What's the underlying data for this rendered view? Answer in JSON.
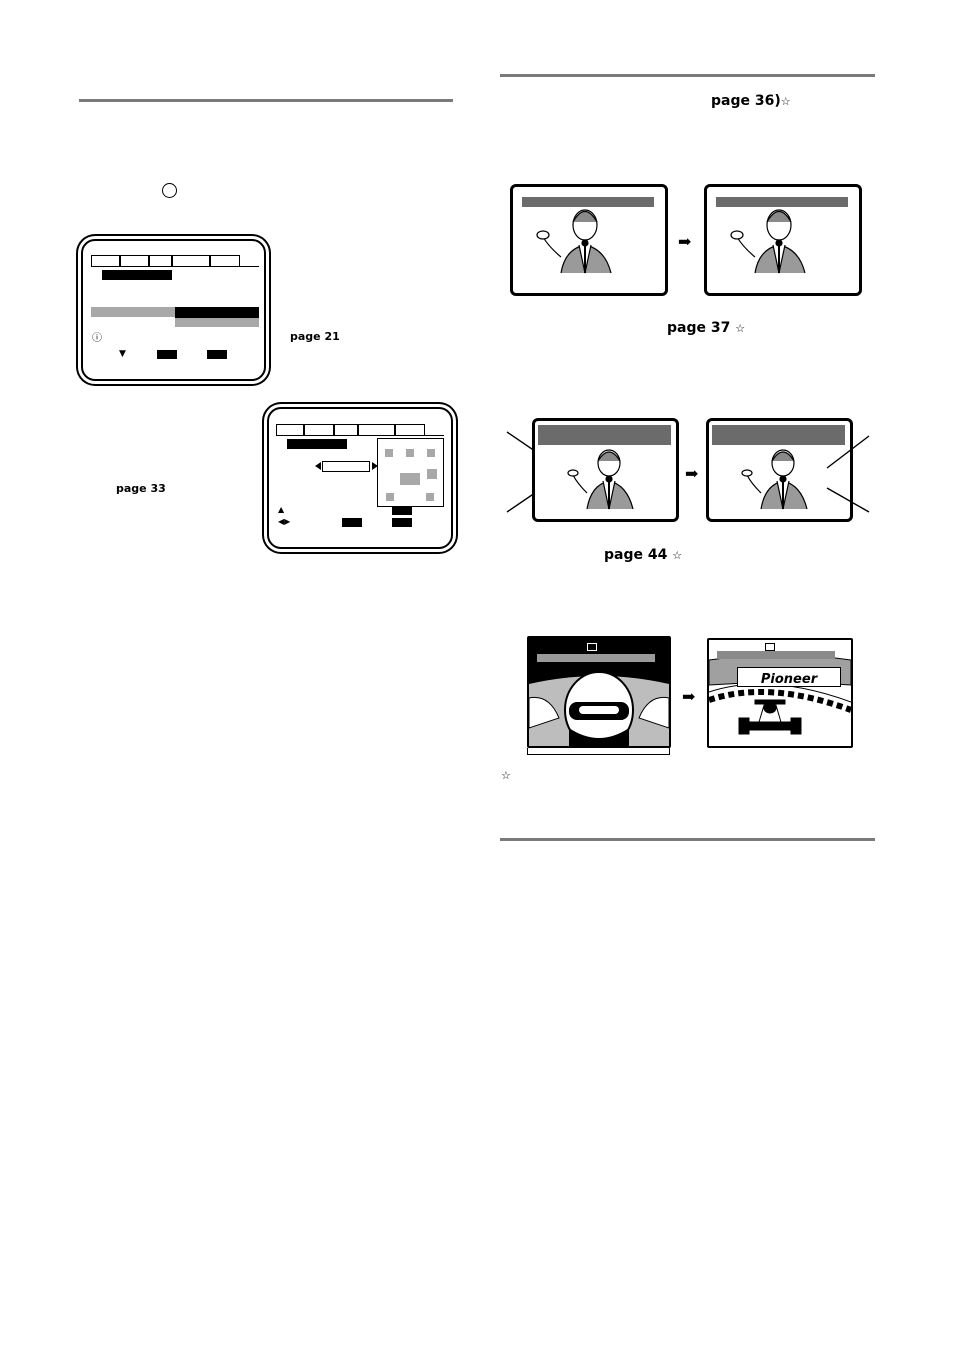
{
  "left_column": {
    "circle_marker": "",
    "osd_menu_1": {
      "info_icon": "ⓘ",
      "down_arrow": "▼"
    },
    "page_ref_21": "page 21",
    "osd_menu_2": {
      "up_arrow": "▲",
      "lr_arrows": "◀▶"
    },
    "page_ref_33": "page 33"
  },
  "right_column": {
    "page_ref_36": "page 36)",
    "page_ref_37": "page 37",
    "page_ref_44": "page 44",
    "star_symbol": "☆",
    "arrow_symbol": "➡",
    "brand_logo": "Pioneer",
    "footnote_star": "☆"
  }
}
